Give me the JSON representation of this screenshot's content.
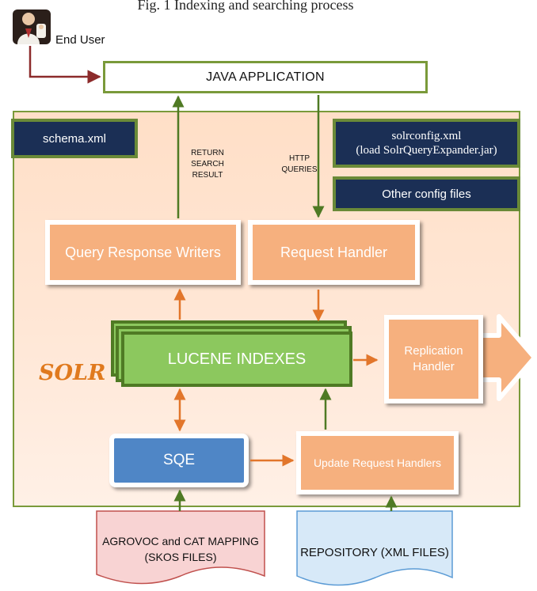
{
  "diagram": {
    "top_caption": "Fig. 1 Indexing and searching process",
    "end_user_label": "End User",
    "java_application": "JAVA APPLICATION",
    "schema_file": "schema.xml",
    "solrconfig_line1": "solrconfig.xml",
    "solrconfig_line2": "(load SolrQueryExpander.jar)",
    "other_config": "Other config files",
    "return_caption": "RETURN SEARCH RESULT",
    "http_caption": "HTTP QUERIES",
    "query_response_writers": "Query Response Writers",
    "request_handler": "Request Handler",
    "lucene_indexes": "LUCENE INDEXES",
    "replication_handler": "Replication Handler",
    "solr_label": "SOLR",
    "sqe": "SQE",
    "update_request_handlers": "Update Request Handlers",
    "agrovoc_doc": "AGROVOC and CAT MAPPING (SKOS FILES)",
    "repository_doc": "REPOSITORY (XML FILES)"
  },
  "icons": {
    "avatar": "person-icon",
    "replication_arrow": "arrow-right-icon"
  },
  "colors": {
    "frame_green": "#7a9a3a",
    "navy": "#1b2f55",
    "orange_box": "#f6b07e",
    "lucene_green": "#8cc85e",
    "sqe_blue": "#4f86c6",
    "arrow_orange": "#e2762b",
    "arrow_green": "#4f7a24",
    "arrow_red": "#8c2b2b",
    "solr_orange": "#e07a1e",
    "skos_pink": "#f8d3d3",
    "repo_blue": "#d7e9f8"
  }
}
